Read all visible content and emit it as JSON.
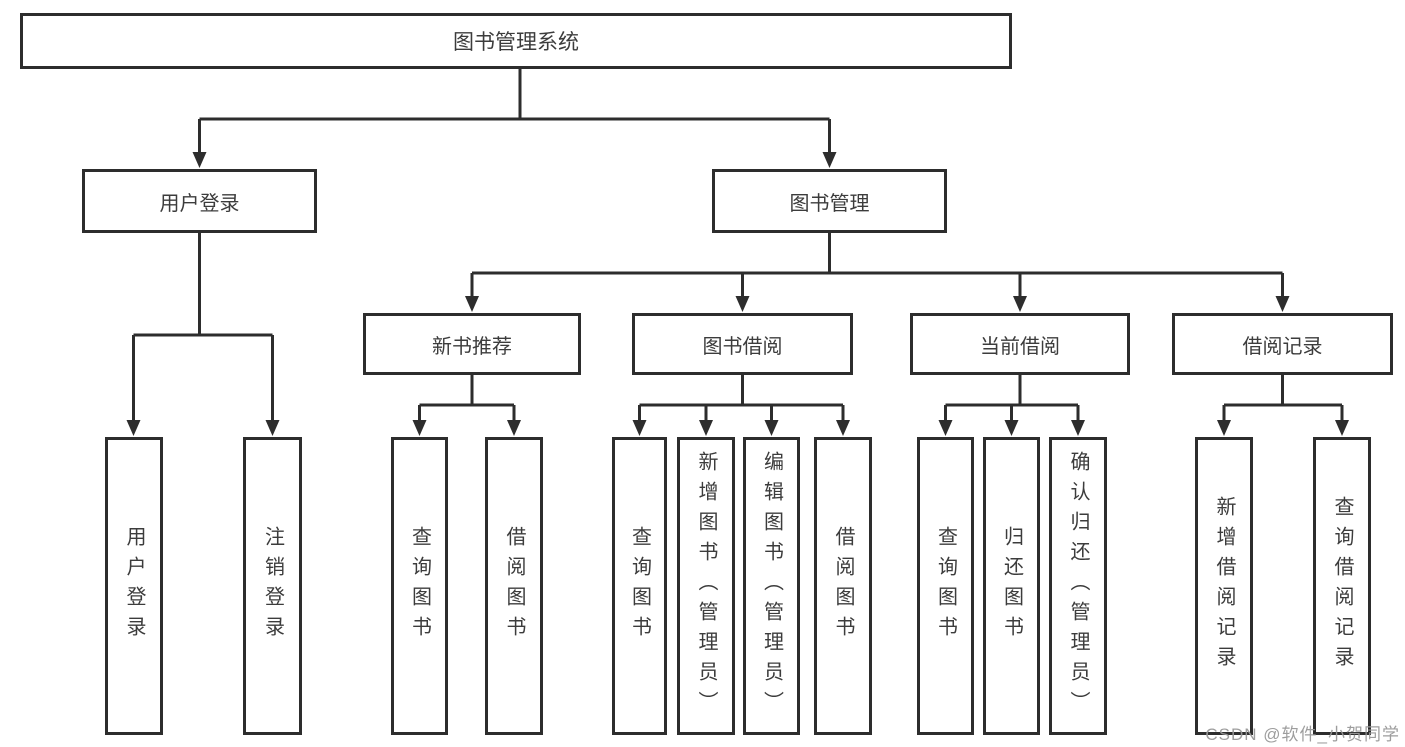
{
  "colors": {
    "line": "#2d2d2d",
    "text": "#3c3c3c",
    "box_background": "#ffffff",
    "watermark": "#989898"
  },
  "watermark": "CSDN @软件_小贺同学",
  "tree": {
    "label": "图书管理系统",
    "children": [
      {
        "label": "用户登录",
        "children": [
          {
            "label": "用户登录"
          },
          {
            "label": "注销登录"
          }
        ]
      },
      {
        "label": "图书管理",
        "children": [
          {
            "label": "新书推荐",
            "children": [
              {
                "label": "查询图书"
              },
              {
                "label": "借阅图书"
              }
            ]
          },
          {
            "label": "图书借阅",
            "children": [
              {
                "label": "查询图书"
              },
              {
                "label": "新增图书（管理员）"
              },
              {
                "label": "编辑图书（管理员）"
              },
              {
                "label": "借阅图书"
              }
            ]
          },
          {
            "label": "当前借阅",
            "children": [
              {
                "label": "查询图书"
              },
              {
                "label": "归还图书"
              },
              {
                "label": "确认归还（管理员）"
              }
            ]
          },
          {
            "label": "借阅记录",
            "children": [
              {
                "label": "新增借阅记录"
              },
              {
                "label": "查询借阅记录"
              }
            ]
          }
        ]
      }
    ]
  }
}
